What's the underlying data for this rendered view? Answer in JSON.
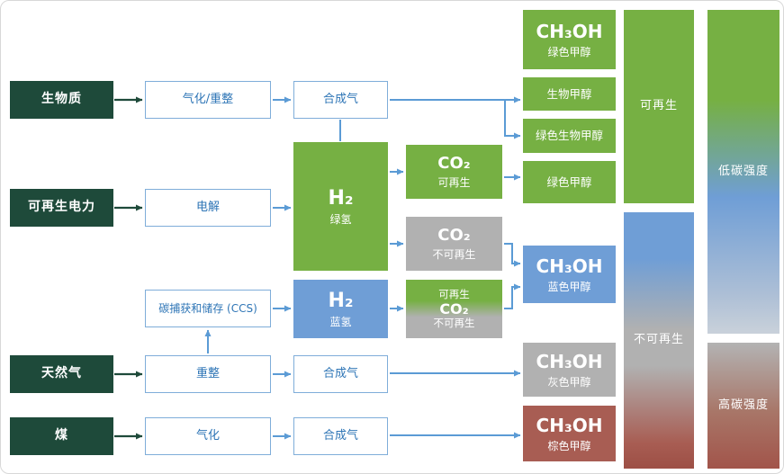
{
  "colors": {
    "source_box": "#1e4a3a",
    "green": "#76b043",
    "blue_fill": "#6f9ed6",
    "gray": "#b1b1b1",
    "brown_red": "#a85d53",
    "line_blue": "#5b9bd5",
    "process_text": "#2e75b6"
  },
  "sources": {
    "biomass": "生物质",
    "renewable_power": "可再生电力",
    "natural_gas": "天然气",
    "coal": "煤"
  },
  "processes": {
    "gasification_reforming": "气化/重整",
    "electrolysis": "电解",
    "ccs": "碳捕获和储存 (CCS)",
    "reforming": "重整",
    "gasification": "气化"
  },
  "intermediates": {
    "syngas_top": "合成气",
    "syngas_mid": "合成气",
    "syngas_bottom": "合成气",
    "h2_green": {
      "formula": "H₂",
      "label": "绿氢"
    },
    "h2_blue": {
      "formula": "H₂",
      "label": "蓝氢"
    },
    "co2_renewable": {
      "formula": "CO₂",
      "label": "可再生"
    },
    "co2_nonrenewable": {
      "formula": "CO₂",
      "label": "不可再生"
    },
    "co2_mixed": {
      "top_label": "可再生",
      "formula": "CO₂",
      "bottom_label": "不可再生"
    }
  },
  "products": {
    "green_header": {
      "formula": "CH₃OH",
      "label": "绿色甲醇"
    },
    "bio_methanol": "生物甲醇",
    "green_bio_methanol": "绿色生物甲醇",
    "green_methanol": "绿色甲醇",
    "blue_methanol": {
      "formula": "CH₃OH",
      "label": "蓝色甲醇"
    },
    "gray_methanol": {
      "formula": "CH₃OH",
      "label": "灰色甲醇"
    },
    "brown_methanol": {
      "formula": "CH₃OH",
      "label": "棕色甲醇"
    }
  },
  "legend": {
    "renewable": "可再生",
    "non_renewable": "不可再生",
    "low_carbon_intensity": "低碳强度",
    "high_carbon_intensity": "高碳强度"
  },
  "edges": [
    {
      "from": "生物质",
      "to": "气化/重整"
    },
    {
      "from": "气化/重整",
      "to": "合成气"
    },
    {
      "from": "合成气(生物质)",
      "to": "生物甲醇"
    },
    {
      "from": "合成气(生物质)",
      "to": "绿色生物甲醇"
    },
    {
      "from": "合成气(生物质)",
      "to": "H₂ 绿氢",
      "type": "link"
    },
    {
      "from": "可再生电力",
      "to": "电解"
    },
    {
      "from": "电解",
      "to": "H₂ 绿氢"
    },
    {
      "from": "H₂ 绿氢",
      "to": "CO₂ 可再生"
    },
    {
      "from": "H₂ 绿氢",
      "to": "CO₂ 不可再生"
    },
    {
      "from": "CO₂ 可再生",
      "to": "绿色甲醇"
    },
    {
      "from": "CO₂ 不可再生",
      "to": "CH₃OH 蓝色甲醇"
    },
    {
      "from": "碳捕获和储存 (CCS)",
      "to": "H₂ 蓝氢"
    },
    {
      "from": "H₂ 蓝氢",
      "to": "CO₂ 可再生/不可再生"
    },
    {
      "from": "CO₂ 可再生/不可再生",
      "to": "CH₃OH 蓝色甲醇"
    },
    {
      "from": "重整",
      "to": "碳捕获和储存 (CCS)"
    },
    {
      "from": "天然气",
      "to": "重整"
    },
    {
      "from": "重整",
      "to": "合成气"
    },
    {
      "from": "合成气(天然气)",
      "to": "CH₃OH 灰色甲醇"
    },
    {
      "from": "煤",
      "to": "气化"
    },
    {
      "from": "气化",
      "to": "合成气"
    },
    {
      "from": "合成气(煤)",
      "to": "CH₃OH 棕色甲醇"
    }
  ]
}
